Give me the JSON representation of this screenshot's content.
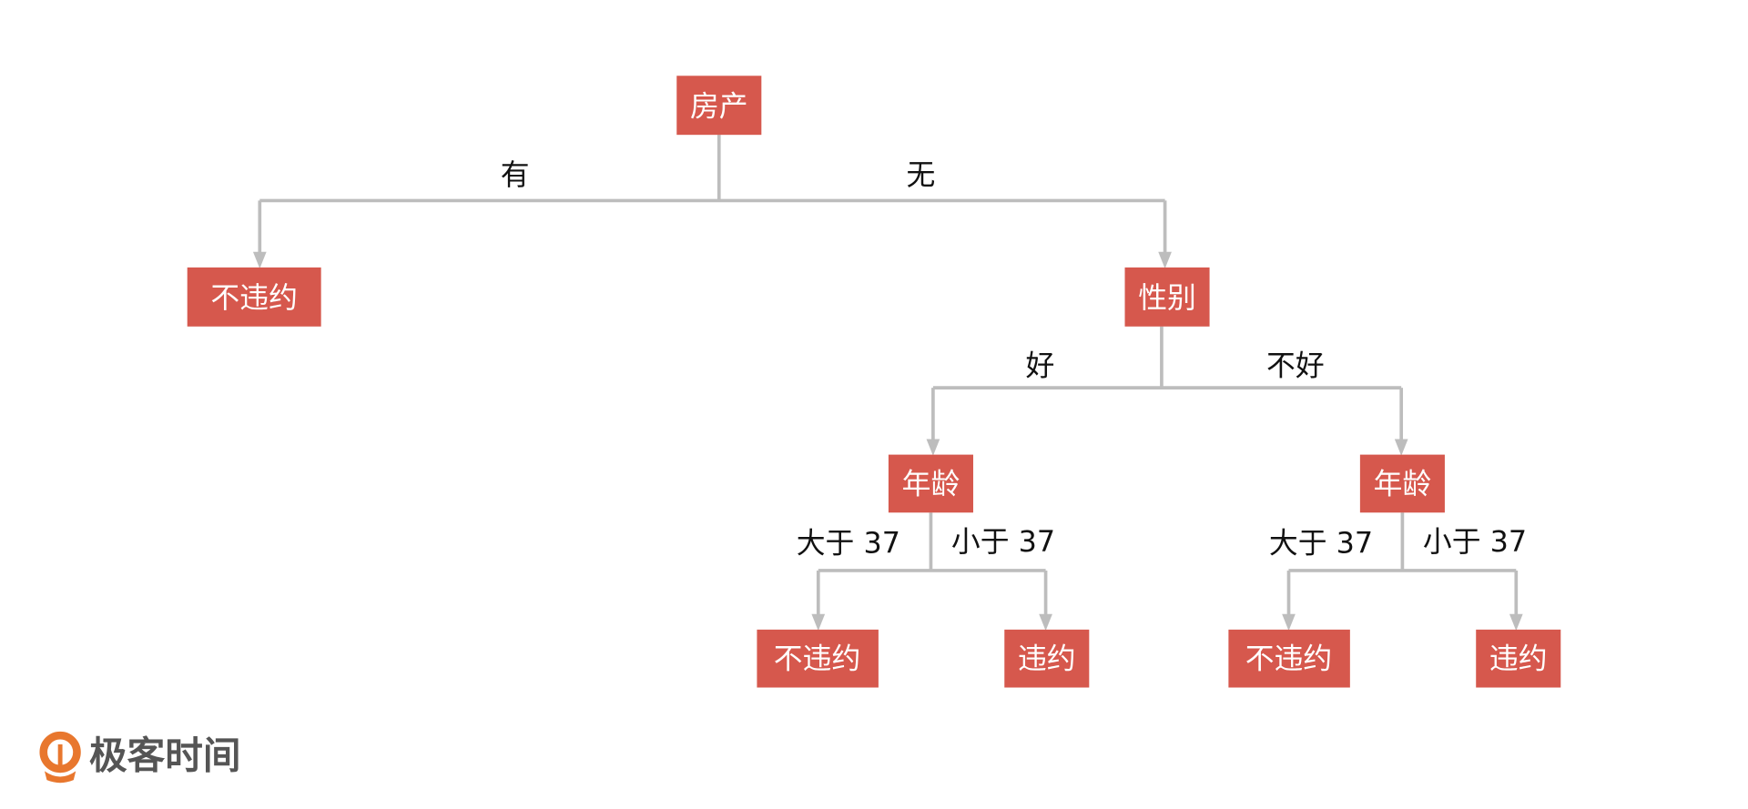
{
  "nodes": {
    "root": "房产",
    "left_leaf": "不违约",
    "gender": "性别",
    "age_left": "年龄",
    "age_right": "年龄",
    "ll_leaf": "不违约",
    "lr_leaf": "违约",
    "rl_leaf": "不违约",
    "rr_leaf": "违约"
  },
  "edges": {
    "has": "有",
    "none": "无",
    "good": "好",
    "not_good": "不好",
    "left_gt": "大于 37",
    "left_lt": "小于 37",
    "right_gt": "大于 37",
    "right_lt": "小于 37"
  },
  "logo": {
    "text": "极客时间"
  },
  "colors": {
    "node": "#d6584d",
    "edge": "#bdbdbd",
    "logo": "#e8772e"
  }
}
